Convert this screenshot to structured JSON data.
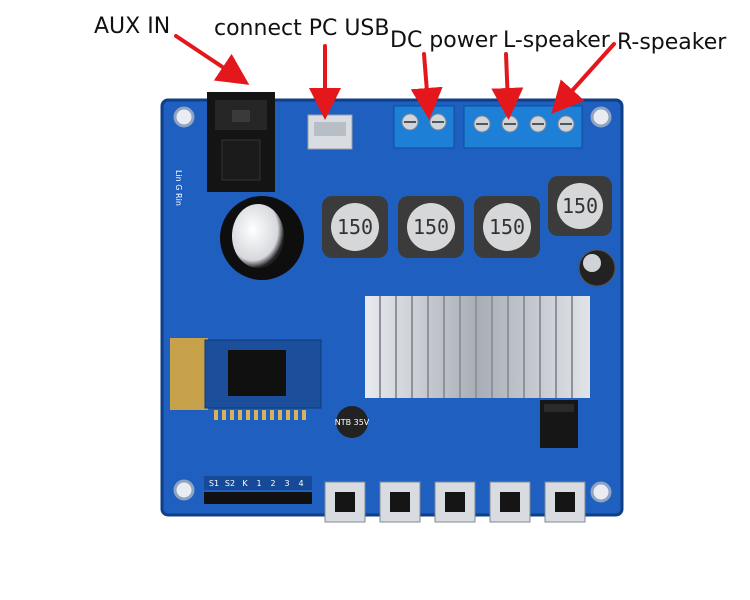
{
  "callouts": {
    "aux_in": "AUX IN",
    "usb": "connect PC USB",
    "dc_power": "DC power",
    "l_speaker": "L-speaker",
    "r_speaker": "R-speaker"
  },
  "board": {
    "inductor_label": "150",
    "cap_label": "NTB 35V",
    "silk_top_left": "Lin G Rin",
    "pin_labels": [
      "S1",
      "S2",
      "K",
      "1",
      "2",
      "3",
      "4"
    ],
    "colors": {
      "pcb": "#1f5fbf",
      "pcb_dark": "#164a99",
      "terminal": "#1e7fd6",
      "heatsink": "#c8ccd2",
      "arrow": "#e3171c"
    }
  }
}
